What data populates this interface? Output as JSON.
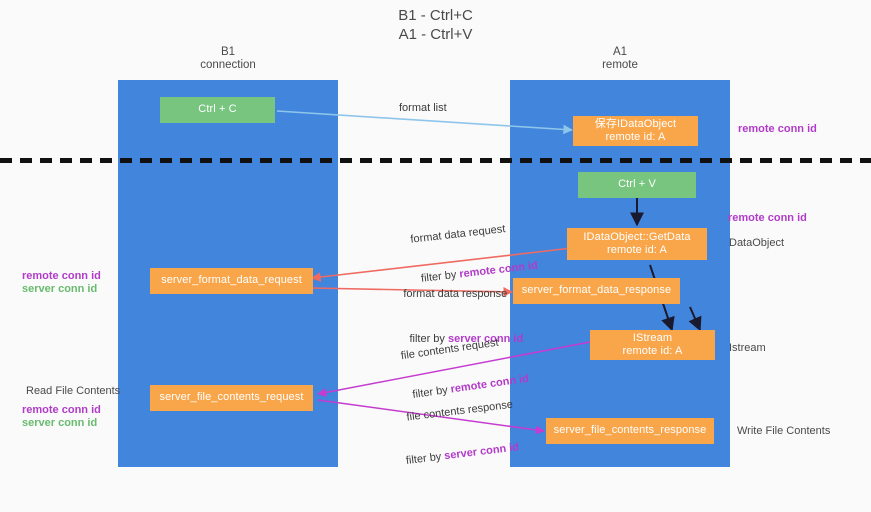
{
  "title": "B1 - Ctrl+C\nA1 - Ctrl+V",
  "columns": [
    {
      "id": "b1",
      "header": "B1\nconnection"
    },
    {
      "id": "a1",
      "header": "A1\nremote"
    }
  ],
  "nodes": {
    "ctrl_c": "Ctrl + C",
    "save_idataobject": "保存IDataObject\nremote id: A",
    "ctrl_v": "Ctrl + V",
    "getdata": "IDataObject::GetData\nremote id: A",
    "server_format_data_request": "server_format_data_request",
    "server_format_data_response": "server_format_data_response",
    "istream": "IStream\nremote id: A",
    "server_file_contents_request": "server_file_contents_request",
    "server_file_contents_response": "server_file_contents_response"
  },
  "edge_labels": {
    "format_list": "format list",
    "format_data_request": "format data request",
    "format_data_request_filter_prefix": "filter by ",
    "format_data_request_filter_key": "remote conn id",
    "format_data_response": "format data response",
    "format_data_response_filter_prefix": "filter by ",
    "format_data_response_filter_key": "server conn id",
    "file_contents_request": "file contents request",
    "file_contents_request_filter_prefix": "filter by ",
    "file_contents_request_filter_key": "remote conn id",
    "file_contents_response": "file contents response",
    "file_contents_response_filter_prefix": "filter by ",
    "file_contents_response_filter_key": "server conn id"
  },
  "side_labels": {
    "right_remote_conn_id_top": "remote conn id",
    "right_remote_conn_id_mid": "remote conn id",
    "right_dataobject": "DataObject",
    "right_istream": "Istream",
    "right_write_file_contents": "Write File Contents",
    "left_remote_conn_id": "remote conn id",
    "left_server_conn_id": "server conn id",
    "left_read_file_contents": "Read File Contents",
    "left_remote_conn_id_2": "remote conn id",
    "left_server_conn_id_2": "server conn id"
  },
  "colors": {
    "column": "#4285dd",
    "orange": "#f9a64b",
    "green": "#78c57f",
    "purple": "#b23bc9",
    "green_text": "#69bb6e",
    "arrow_blue": "#8ec5ea",
    "arrow_red": "#ef6b62",
    "arrow_magenta": "#c63bd0",
    "arrow_black": "#1a1a2e",
    "divider": "#111111",
    "background": "#fafafa"
  }
}
